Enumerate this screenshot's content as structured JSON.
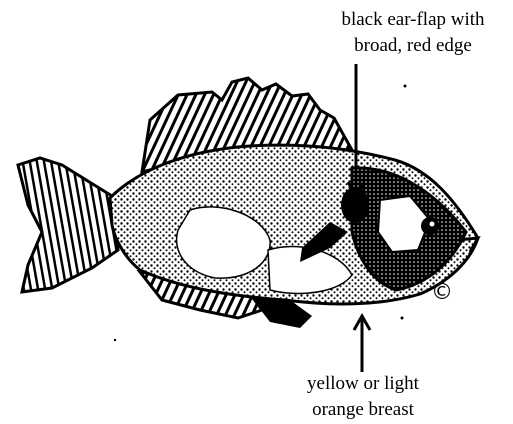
{
  "annotations": {
    "ear_flap": {
      "line1": "black ear-flap with",
      "line2": "broad, red edge"
    },
    "breast": {
      "line1": "yellow or light",
      "line2": "orange breast"
    }
  },
  "copyright_symbol": "©",
  "colors": {
    "ink": "#000000",
    "background": "#ffffff"
  }
}
